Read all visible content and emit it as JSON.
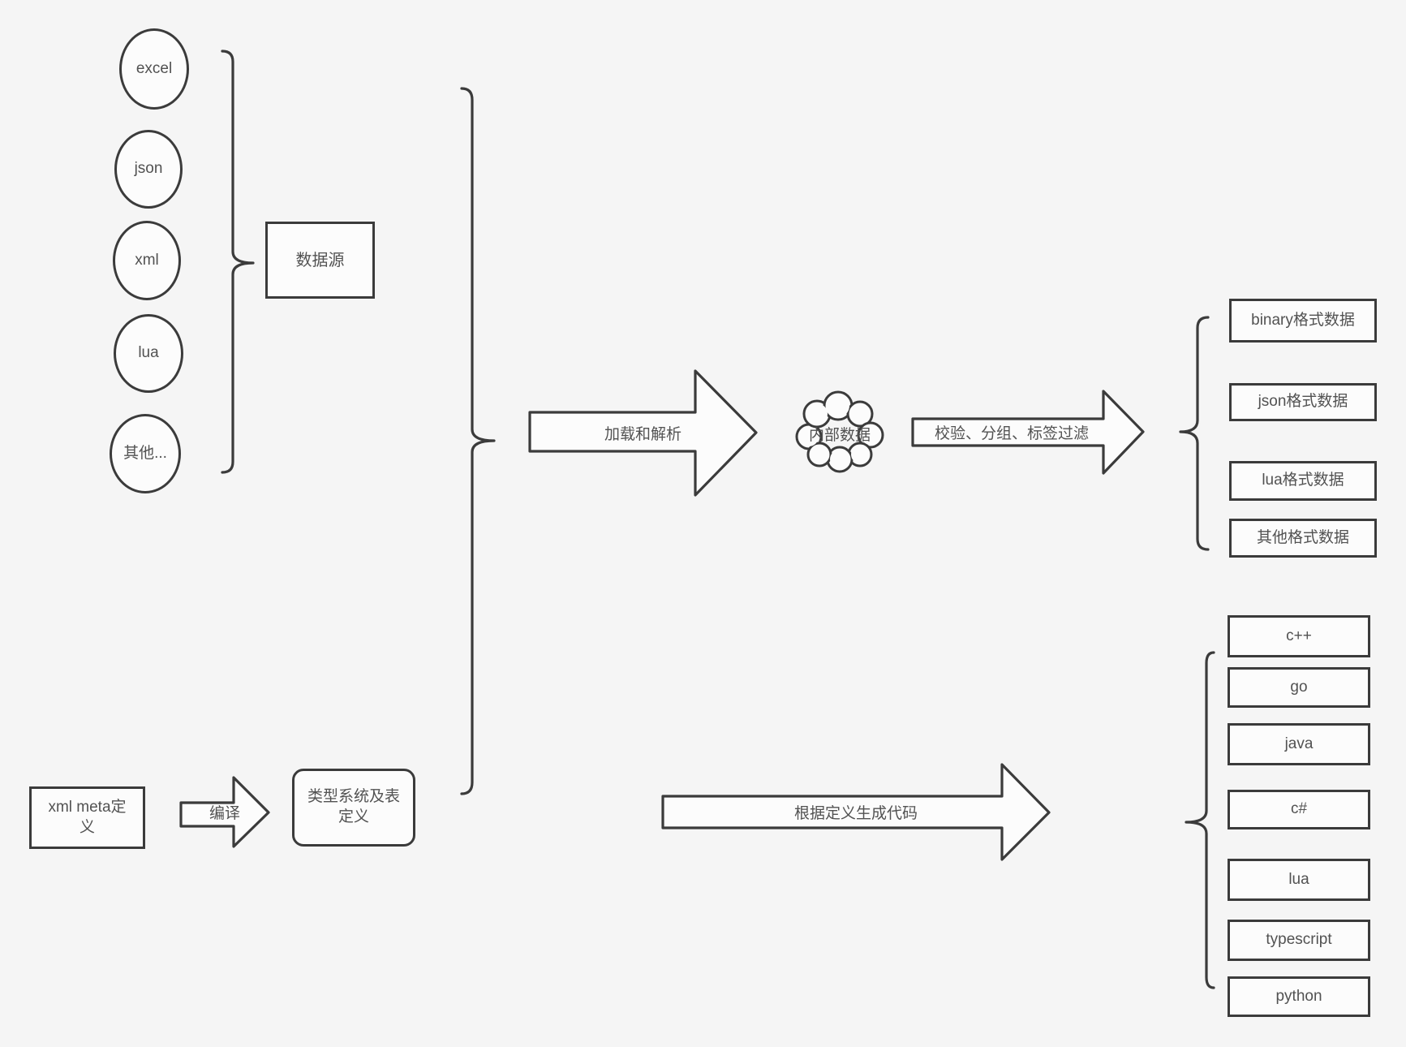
{
  "theme": {
    "background": "#f5f5f5",
    "shape_fill": "#fcfcfc",
    "stroke": "#3b3b3b",
    "text": "#525252"
  },
  "sources": {
    "group_label": "数据源",
    "items": [
      "excel",
      "json",
      "xml",
      "lua",
      "其他..."
    ]
  },
  "flow": {
    "load_arrow": "加载和解析",
    "internal_data": "内部数据",
    "filter_arrow": "校验、分组、标签过滤",
    "compile_arrow": "编译",
    "codegen_arrow": "根据定义生成代码"
  },
  "meta_defs": {
    "xml_meta": "xml meta定义",
    "type_system": "类型系统及表定义"
  },
  "outputs": {
    "formats": [
      "binary格式数据",
      "json格式数据",
      "lua格式数据",
      "其他格式数据"
    ],
    "languages": [
      "c++",
      "go",
      "java",
      "c#",
      "lua",
      "typescript",
      "python"
    ]
  }
}
